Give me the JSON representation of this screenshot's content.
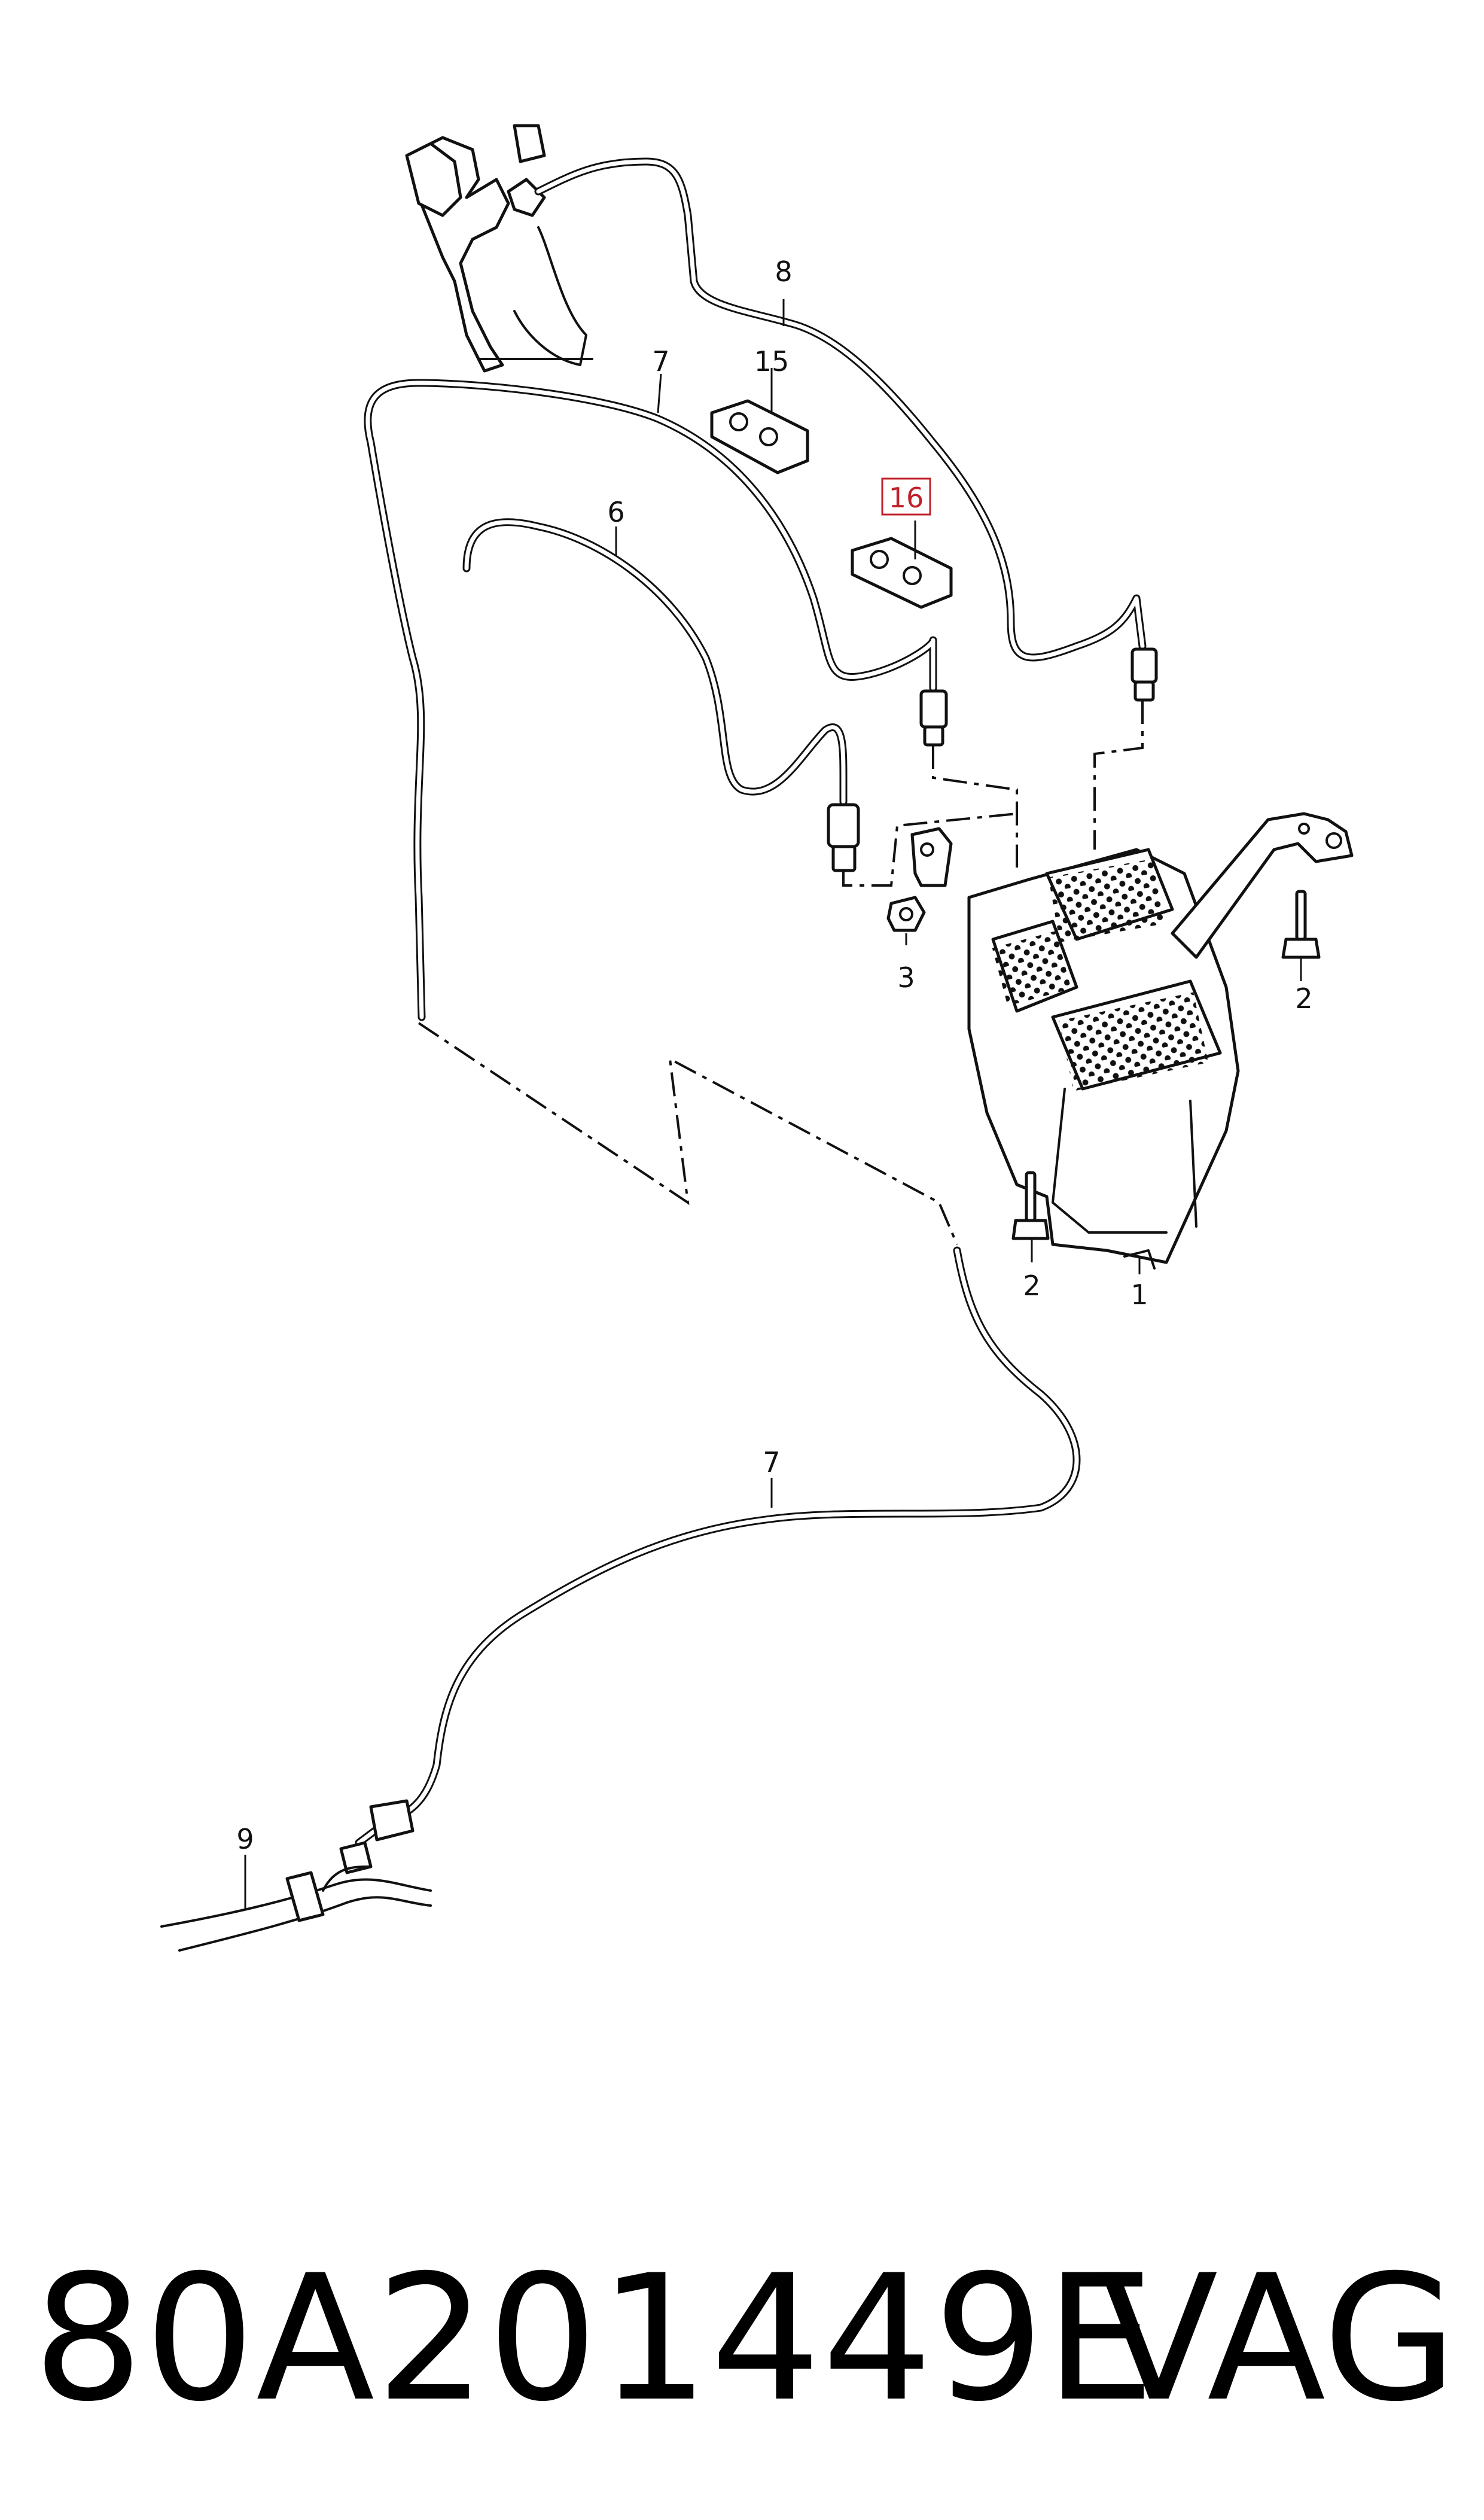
{
  "diagram": {
    "callouts": [
      {
        "id": "c1",
        "text": "1"
      },
      {
        "id": "c2a",
        "text": "2"
      },
      {
        "id": "c2b",
        "text": "2"
      },
      {
        "id": "c3",
        "text": "3"
      },
      {
        "id": "c6",
        "text": "6"
      },
      {
        "id": "c7a",
        "text": "7"
      },
      {
        "id": "c7b",
        "text": "7"
      },
      {
        "id": "c8",
        "text": "8"
      },
      {
        "id": "c9",
        "text": "9"
      },
      {
        "id": "c15",
        "text": "15"
      },
      {
        "id": "c16",
        "text": "16",
        "highlighted": true
      }
    ],
    "highlight_color": "#c0202a"
  },
  "footer": {
    "part_number": "80A201449E",
    "brand": "VAG"
  }
}
